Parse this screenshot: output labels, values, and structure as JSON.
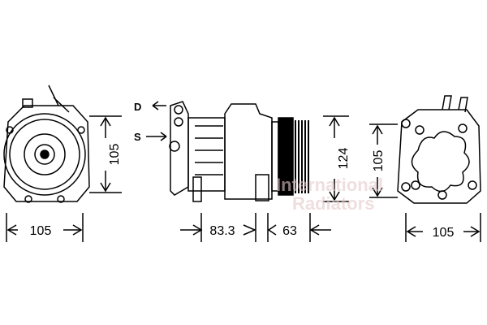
{
  "drawing": {
    "front_view": {
      "width_label": "105",
      "height_label": "105"
    },
    "side_view": {
      "length_body_label": "83.3",
      "length_pulley_label": "63",
      "height_label": "124",
      "port_discharge_label": "D",
      "port_suction_label": "S"
    },
    "rear_view": {
      "width_label": "105",
      "height_label": "105"
    },
    "watermark": "International Radiators"
  }
}
